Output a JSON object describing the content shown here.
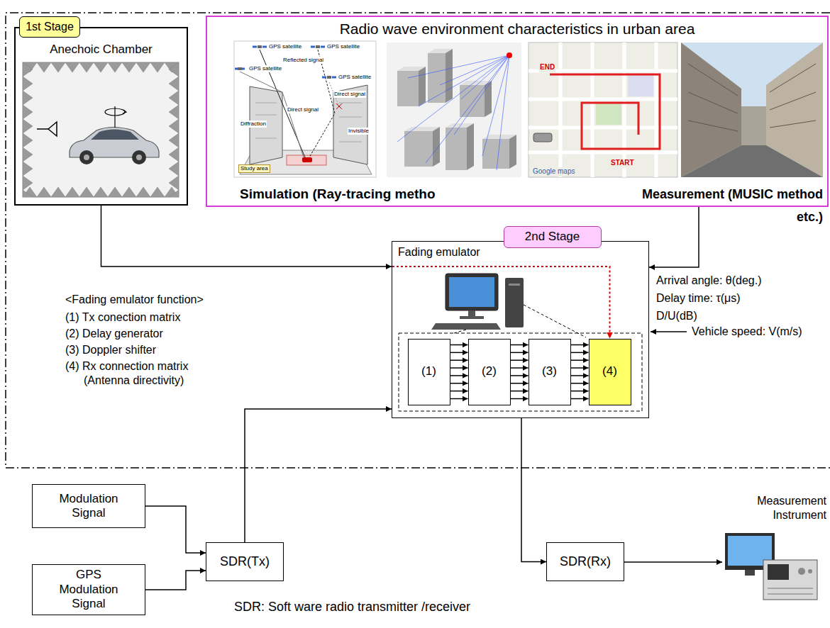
{
  "diagram": {
    "nodes": [
      {
        "text": [
          "Anechoic Chamber"
        ]
      },
      {
        "text": [
          "1st Stage"
        ],
        "in": 0
      },
      {
        "text": [
          "Radio wave environment characteristics in urban area",
          "Simulation (Ray-tracing metho",
          "Measurement (MUSIC method etc.)"
        ]
      },
      {
        "text": [
          "Fading emulator"
        ]
      },
      {
        "text": [
          "2nd Stage"
        ],
        "in": 3
      },
      {
        "text": [
          "(1)"
        ],
        "in": 3
      },
      {
        "text": [
          "(2)"
        ],
        "in": 3
      },
      {
        "text": [
          "(3)"
        ],
        "in": 3
      },
      {
        "text": [
          "(4)"
        ],
        "in": 3
      },
      {
        "text": [
          "Modulation Signal"
        ]
      },
      {
        "text": [
          "GPS Modulation Signal"
        ]
      },
      {
        "text": [
          "SDR(Tx)"
        ]
      },
      {
        "text": [
          "SDR(Rx)"
        ]
      }
    ],
    "edges": [
      {
        "from": 0,
        "to": 3,
        "arrow": "to"
      },
      {
        "from": 3,
        "to": 8,
        "arrow": "to"
      },
      {
        "from": 2,
        "to": 3,
        "arrow": "to"
      },
      {
        "from": 5,
        "to": 6,
        "arrow": "to"
      },
      {
        "from": 6,
        "to": 7,
        "arrow": "to"
      },
      {
        "from": 7,
        "to": 8,
        "arrow": "to"
      },
      {
        "from": 9,
        "to": 11,
        "arrow": "to"
      },
      {
        "from": 10,
        "to": 11,
        "arrow": "to"
      },
      {
        "from": 11,
        "to": 3,
        "arrow": "to"
      },
      {
        "from": 3,
        "to": 12,
        "arrow": "to"
      }
    ],
    "labels": [
      "GPS satellite",
      "GPS satellite",
      "GPS satellite",
      "GPS satellite",
      "Reflected signal",
      "Direct signal",
      "Direct signal",
      "Diffraction",
      "Invisible",
      "Study area",
      "END",
      "START",
      "Google maps",
      "Arrival angle: θ(deg.)",
      "Delay time: τ(μs)",
      "D/U(dB)",
      "Vehicle speed: V(m/s)",
      "<Fading emulator function>",
      "(1) Tx conection matrix",
      "(2) Delay generator",
      "(3) Doppler shifter",
      "(4) Rx connection matrix (Antenna directivity)",
      "Measurement Instrument",
      "SDR: Soft ware radio transmitter /receiver"
    ]
  }
}
